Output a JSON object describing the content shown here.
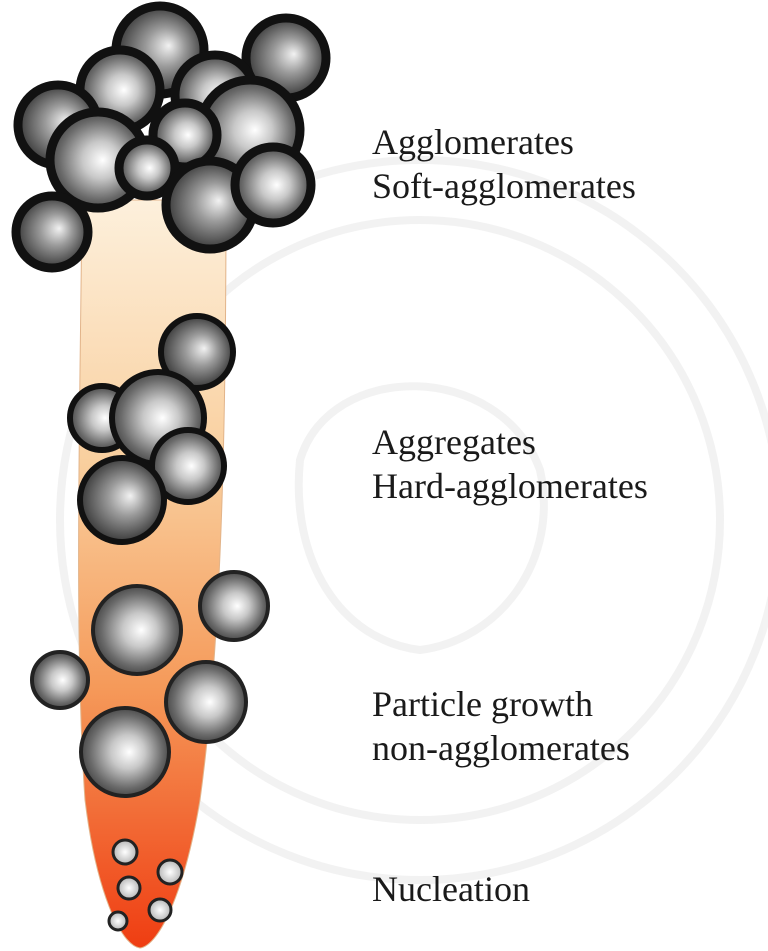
{
  "stages": [
    {
      "id": "agglomerates",
      "line1": "Agglomerates",
      "line2": "Soft-agglomerates"
    },
    {
      "id": "aggregates",
      "line1": "Aggregates",
      "line2": "Hard-agglomerates"
    },
    {
      "id": "growth",
      "line1": "Particle growth",
      "line2": "non-agglomerates"
    },
    {
      "id": "nucleation",
      "line1": "Nucleation",
      "line2": ""
    }
  ],
  "colors": {
    "tube_top": "#fbe3c6",
    "tube_mid": "#f7b57c",
    "tube_bottom": "#f24a1c",
    "particle_dark": "#1a1a1a",
    "particle_light": "#ffffff",
    "particle_mid": "#8a8a8a",
    "text": "#1a1a1a"
  }
}
